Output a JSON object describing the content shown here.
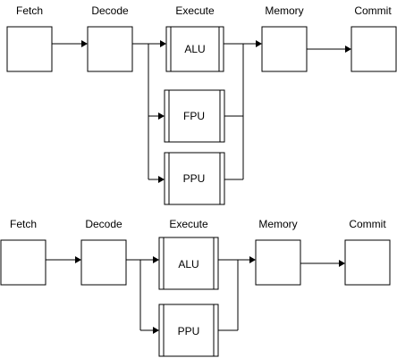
{
  "pipeline_top": {
    "stages": {
      "fetch": "Fetch",
      "decode": "Decode",
      "execute": "Execute",
      "memory": "Memory",
      "commit": "Commit"
    },
    "units": {
      "alu": "ALU",
      "fpu": "FPU",
      "ppu": "PPU"
    }
  },
  "pipeline_bottom": {
    "stages": {
      "fetch": "Fetch",
      "decode": "Decode",
      "execute": "Execute",
      "memory": "Memory",
      "commit": "Commit"
    },
    "units": {
      "alu": "ALU",
      "ppu": "PPU"
    }
  }
}
